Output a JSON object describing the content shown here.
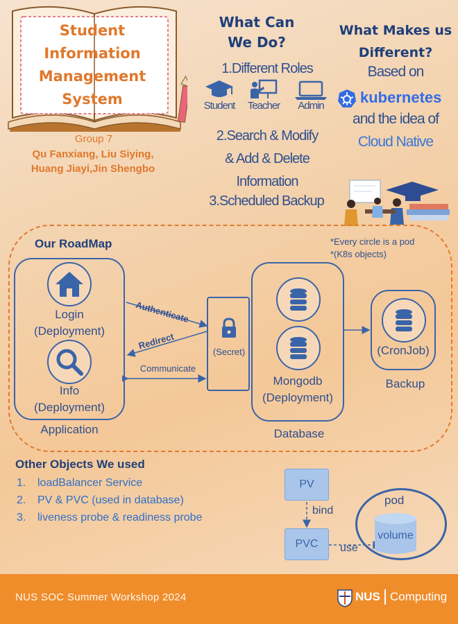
{
  "title": {
    "lines": [
      "Student",
      "Information",
      "Management",
      "System"
    ]
  },
  "group": "Group 7",
  "members": [
    "Qu Fanxiang, Liu Siying,",
    "Huang Jiayi,Jin Shengbo"
  ],
  "what_can_we_do": {
    "title_lines": [
      "What Can",
      "We Do?"
    ],
    "feature1": "1.Different Roles",
    "roles": [
      "Student",
      "Teacher",
      "Admin"
    ],
    "feature2_lines": [
      "2.Search & Modify",
      "& Add & Delete",
      "Information"
    ],
    "feature3": "3.Scheduled Backup"
  },
  "different": {
    "title_lines": [
      "What Makes us",
      "Different?"
    ],
    "based_on": "Based on",
    "kubernetes": "kubernetes",
    "idea": "and the idea of",
    "cloud": "Cloud Native"
  },
  "roadmap": {
    "title": "Our RoadMap",
    "notes": [
      "*Every circle is a pod",
      "*(K8s objects)"
    ],
    "login_lines": [
      "Login",
      "(Deployment)"
    ],
    "info_lines": [
      "Info",
      "(Deployment)"
    ],
    "application": "Application",
    "authenticate": "Authenticate",
    "redirect": "Redirect",
    "communicate": "Communicate",
    "secret": "(Secret)",
    "mongodb_lines": [
      "Mongodb",
      "(Deployment)"
    ],
    "database": "Database",
    "cronjob": "(CronJob)",
    "backup": "Backup"
  },
  "other_objects": {
    "title": "Other Objects We used",
    "items": [
      {
        "num": "1.",
        "text": "loadBalancer Service"
      },
      {
        "num": "2.",
        "text": "PV & PVC (used in database)"
      },
      {
        "num": "3.",
        "text": "liveness probe & readiness probe"
      }
    ],
    "pv": "PV",
    "bind": "bind",
    "pvc": "PVC",
    "use": "use",
    "pod": "pod",
    "volume": "volume"
  },
  "footer": {
    "text": "NUS SOC Summer Workshop 2024",
    "nus": "NUS",
    "computing": "Computing"
  },
  "colors": {
    "orange": "#e0782c",
    "blue": "#2f4f8f",
    "footer": "#ef8d2b"
  }
}
